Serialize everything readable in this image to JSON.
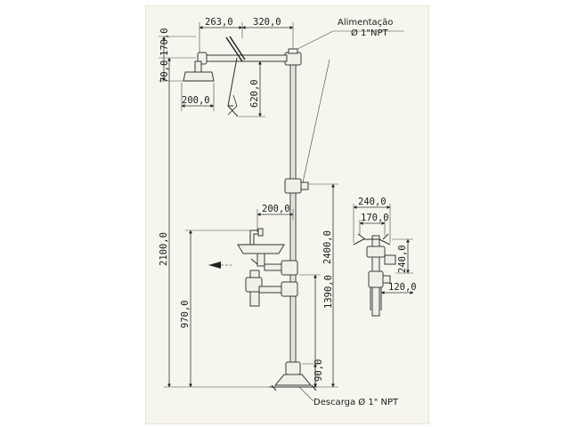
{
  "drawing": {
    "labels": {
      "alimentacao": "Alimentação",
      "alimentacao_size": "Ø 1\"NPT",
      "descarga": "Descarga Ø 1\" NPT"
    },
    "dimensions": {
      "d263": "263,0",
      "d320": "320,0",
      "d170": "170,0",
      "d70": "70,0",
      "d200_head": "200,0",
      "d620": "620,0",
      "d2100": "2100,0",
      "d2400": "2400,0",
      "d200_basin": "200,0",
      "d1390": "1390,0",
      "d970": "970,0",
      "d90": "90,0",
      "d240_w": "240,0",
      "d170_w": "170,0",
      "d240_h": "240,0",
      "d120": "120,0"
    }
  }
}
